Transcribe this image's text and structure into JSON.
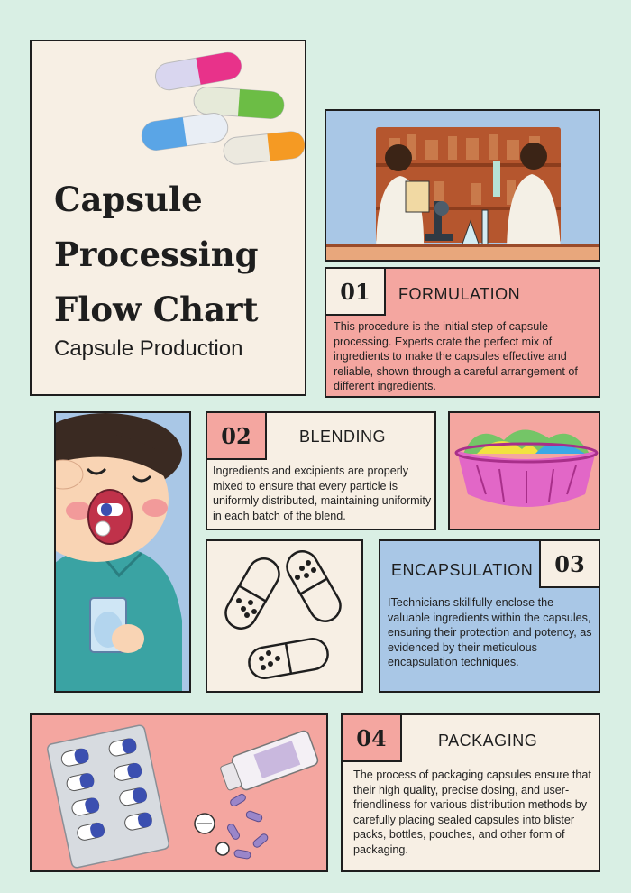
{
  "header": {
    "title": "Capsule Processing Flow Chart",
    "subtitle": "Capsule Production"
  },
  "steps": [
    {
      "number": "01",
      "title": "FORMULATION",
      "description": "This procedure is the initial step of capsule processing. Experts crate the perfect mix of ingredients to make the capsules effective and reliable, shown through a careful arrangement of different ingredients."
    },
    {
      "number": "02",
      "title": "BLENDING",
      "description": "Ingredients and excipients are properly mixed to ensure that every particle is uniformly distributed, maintaining uniformity in each batch of the blend."
    },
    {
      "number": "03",
      "title": "ENCAPSULATION",
      "description": "ITechnicians skillfully enclose the valuable ingredients within the capsules, ensuring their protection and potency, as evidenced by their meticulous encapsulation techniques."
    },
    {
      "number": "04",
      "title": "PACKAGING",
      "description": "The process of packaging capsules ensure that their high quality, precise dosing, and user-friendliness for various distribution methods by carefully placing sealed capsules into blister packs, bottles, pouches, and other form of packaging."
    }
  ],
  "icons": {
    "capsules": "colorful-capsules-illustration",
    "scientists": "scientists-lab-illustration",
    "boy": "boy-taking-pill-illustration",
    "bowl": "powder-bowl-illustration",
    "outline": "capsule-outline-icons",
    "packaging": "blister-pack-bottle-illustration"
  },
  "colors": {
    "background": "#d9efe4",
    "cream": "#f7efe4",
    "pink": "#f4a6a0",
    "blue": "#a9c7e6"
  }
}
